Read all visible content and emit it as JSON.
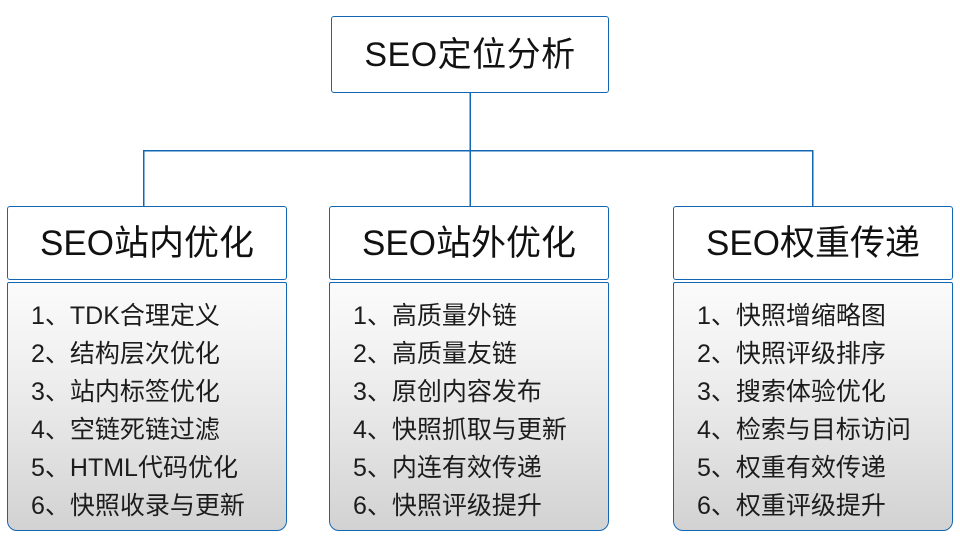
{
  "diagram": {
    "type": "org-tree",
    "colors": {
      "border": "#1267b5",
      "node_fill": "#ffffff",
      "list_fill_top": "#fbfbfb",
      "list_fill_bottom": "#d2d2d2",
      "text": "#111111",
      "connector": "#1267b5"
    },
    "root": {
      "label": "SEO定位分析"
    },
    "branches": [
      {
        "header": "SEO站内优化",
        "items": [
          "1、TDK合理定义",
          "2、结构层次优化",
          "3、站内标签优化",
          "4、空链死链过滤",
          "5、HTML代码优化",
          "6、快照收录与更新"
        ]
      },
      {
        "header": "SEO站外优化",
        "items": [
          "1、高质量外链",
          "2、高质量友链",
          "3、原创内容发布",
          "4、快照抓取与更新",
          "5、内连有效传递",
          "6、快照评级提升"
        ]
      },
      {
        "header": "SEO权重传递",
        "items": [
          "1、快照增缩略图",
          "2、快照评级排序",
          "3、搜索体验优化",
          "4、检索与目标访问",
          "5、权重有效传递",
          "6、权重评级提升"
        ]
      }
    ]
  }
}
